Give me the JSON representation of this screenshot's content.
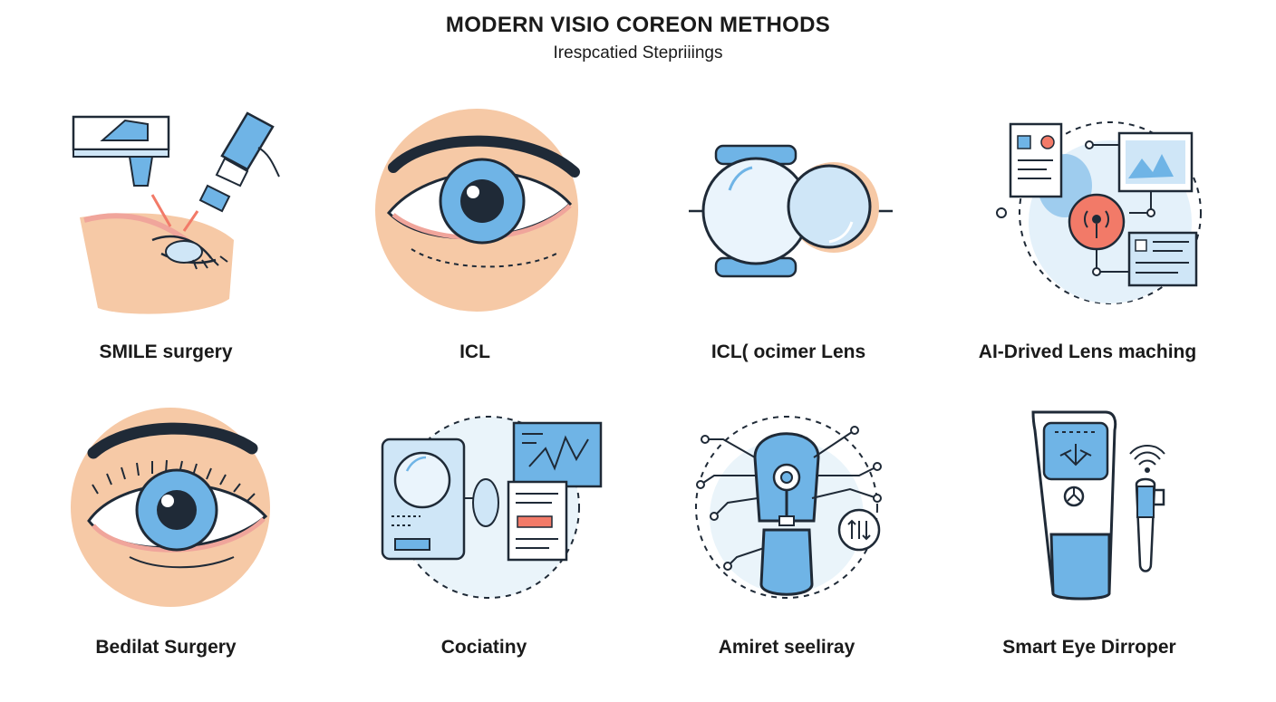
{
  "header": {
    "title": "MODERN VISIO COREON METHODS",
    "subtitle": "Irespcatied Stepriiings"
  },
  "colors": {
    "stroke": "#1f2a37",
    "blue": "#6fb4e6",
    "light_blue": "#cfe6f7",
    "skin": "#f6c9a6",
    "pink": "#f0a59b",
    "coral": "#f27a68"
  },
  "methods": [
    {
      "label": "SMILE surgery",
      "icon": "laser-eye-surgery-icon"
    },
    {
      "label": "ICL",
      "icon": "eye-icon"
    },
    {
      "label": "ICL( ocimer Lens",
      "icon": "lens-icon"
    },
    {
      "label": "AI-Drived Lens maching",
      "icon": "ai-network-icon"
    },
    {
      "label": "Bedilat Surgery",
      "icon": "eye-lashes-icon"
    },
    {
      "label": "Cociatiny",
      "icon": "diagnostic-screen-icon"
    },
    {
      "label": "Amiret seeliray",
      "icon": "circuit-probe-icon"
    },
    {
      "label": "Smart Eye Dirroper",
      "icon": "smart-dropper-icon"
    }
  ]
}
